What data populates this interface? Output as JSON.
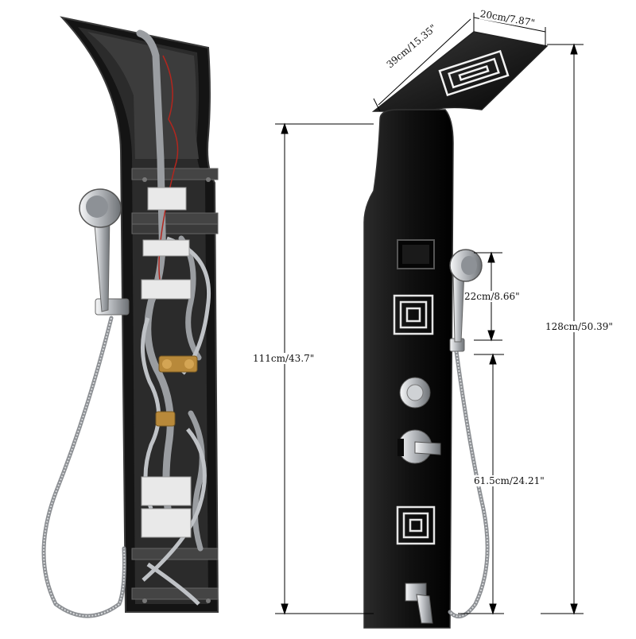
{
  "product": {
    "colors": {
      "panel": "#141414",
      "panel_edge": "#3a3a3a",
      "chrome": "#c9ccd0",
      "hose": "#8c8f93",
      "pipe_grey": "#9a9da1",
      "brass": "#b8893a",
      "accent_white": "#e9e9e9"
    }
  },
  "dimensions": {
    "head_width": "20cm/7.87\"",
    "head_length": "39cm/15.35\"",
    "handheld_height": "22cm/8.66\"",
    "panel_height": "111cm/43.7\"",
    "outlet_height": "61.5cm/24.21\"",
    "overall_height": "128cm/50.39\""
  }
}
